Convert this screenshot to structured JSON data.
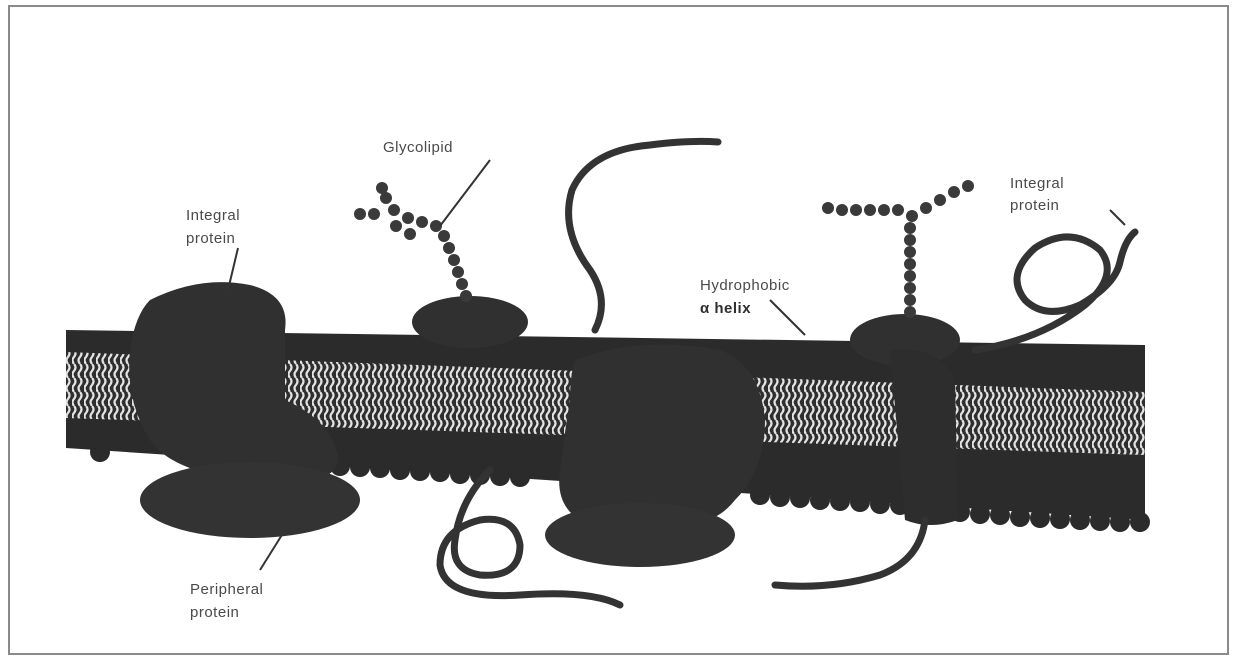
{
  "labels": {
    "glycolipid": "Glycolipid",
    "integral_protein_left_1": "Integral",
    "integral_protein_left_2": "protein",
    "integral_protein_right_1": "Integral",
    "integral_protein_right_2": "protein",
    "hydrophobic_1": "Hydrophobic",
    "hydrophobic_2": "α helix",
    "peripheral_1": "Peripheral",
    "peripheral_2": "protein"
  },
  "colors": {
    "membrane": "#2b2b2b",
    "protein": "#303030",
    "lipid_tails": "#d9d9d9",
    "text": "#4a4a4a",
    "frame": "#8a8a8a"
  }
}
